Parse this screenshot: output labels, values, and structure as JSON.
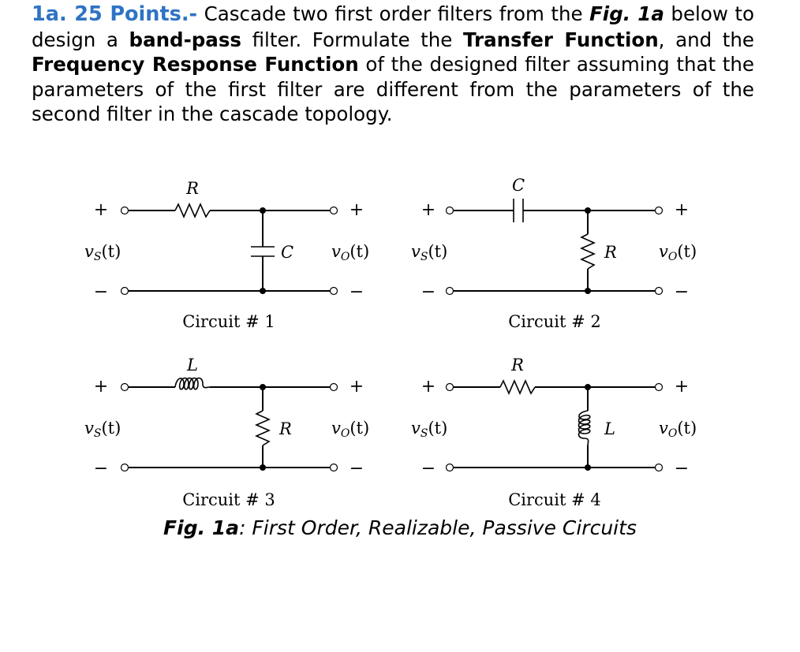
{
  "problem": {
    "heading": "1a. 25 Points.-",
    "t1": " Cascade two first order filters from the ",
    "fig_ref": "Fig. 1a",
    "t2": " below to design a ",
    "b1": "band-pass",
    "t3": " filter. Formulate the ",
    "b2": "Transfer Function",
    "t4": ", and the ",
    "b3": "Frequency Response Function",
    "t5": " of the designed filter assuming that the parameters of the first filter are different from the parameters of the second filter in the cascade topology."
  },
  "circuits": [
    {
      "caption": "Circuit # 1",
      "series_label": "R",
      "shunt_label": "C"
    },
    {
      "caption": "Circuit # 2",
      "series_label": "C",
      "shunt_label": "R"
    },
    {
      "caption": "Circuit # 3",
      "series_label": "L",
      "shunt_label": "R"
    },
    {
      "caption": "Circuit # 4",
      "series_label": "R",
      "shunt_label": "L"
    }
  ],
  "signals": {
    "input": "v",
    "input_sub": "S",
    "output": "v",
    "output_sub": "O",
    "arg": "(t)",
    "plus": "+",
    "minus": "−"
  },
  "figure_caption": {
    "ref": "Fig. 1a",
    "text": ": First Order, Realizable, Passive Circuits"
  }
}
